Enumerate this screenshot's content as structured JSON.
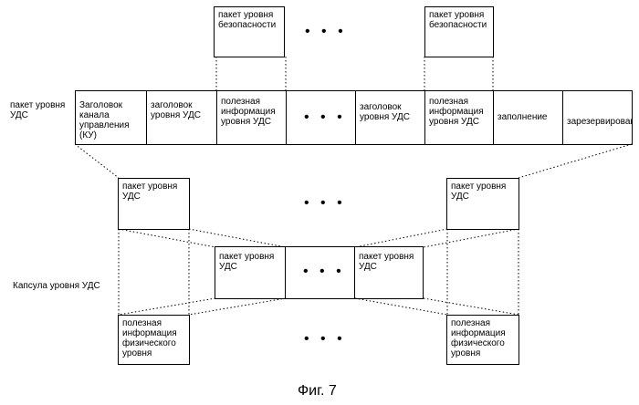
{
  "security_packets": {
    "left": "пакет уровня\nбезопасности",
    "right": "пакет уровня\nбезопасности",
    "dots": "• • •"
  },
  "udc_packet": {
    "side_label": "пакет уровня\nУДС",
    "cells": [
      "Заголовок\nканала\nуправления (КУ)",
      "заголовок\nуровня УДС",
      "полезная\nинформация\nуровня УДС",
      "• • •",
      "заголовок\nуровня УДС",
      "полезная\nинформация\nуровня УДС",
      "заполнение",
      "зарезервировано"
    ]
  },
  "udc_packets_row": {
    "left": "пакет уровня\nУДС",
    "right": "пакет уровня\nУДС",
    "dots": "• • •"
  },
  "capsule": {
    "side_label": "Капсула уровня УДС",
    "cells": [
      "пакет уровня\nУДС",
      "• • •",
      "пакет уровня\nУДС"
    ]
  },
  "physical": {
    "left": "полезная\nинформация\nфизического\nуровня",
    "right": "полезная\nинформация\nфизического\nуровня",
    "dots": "• • •"
  },
  "caption": "Фиг. 7"
}
